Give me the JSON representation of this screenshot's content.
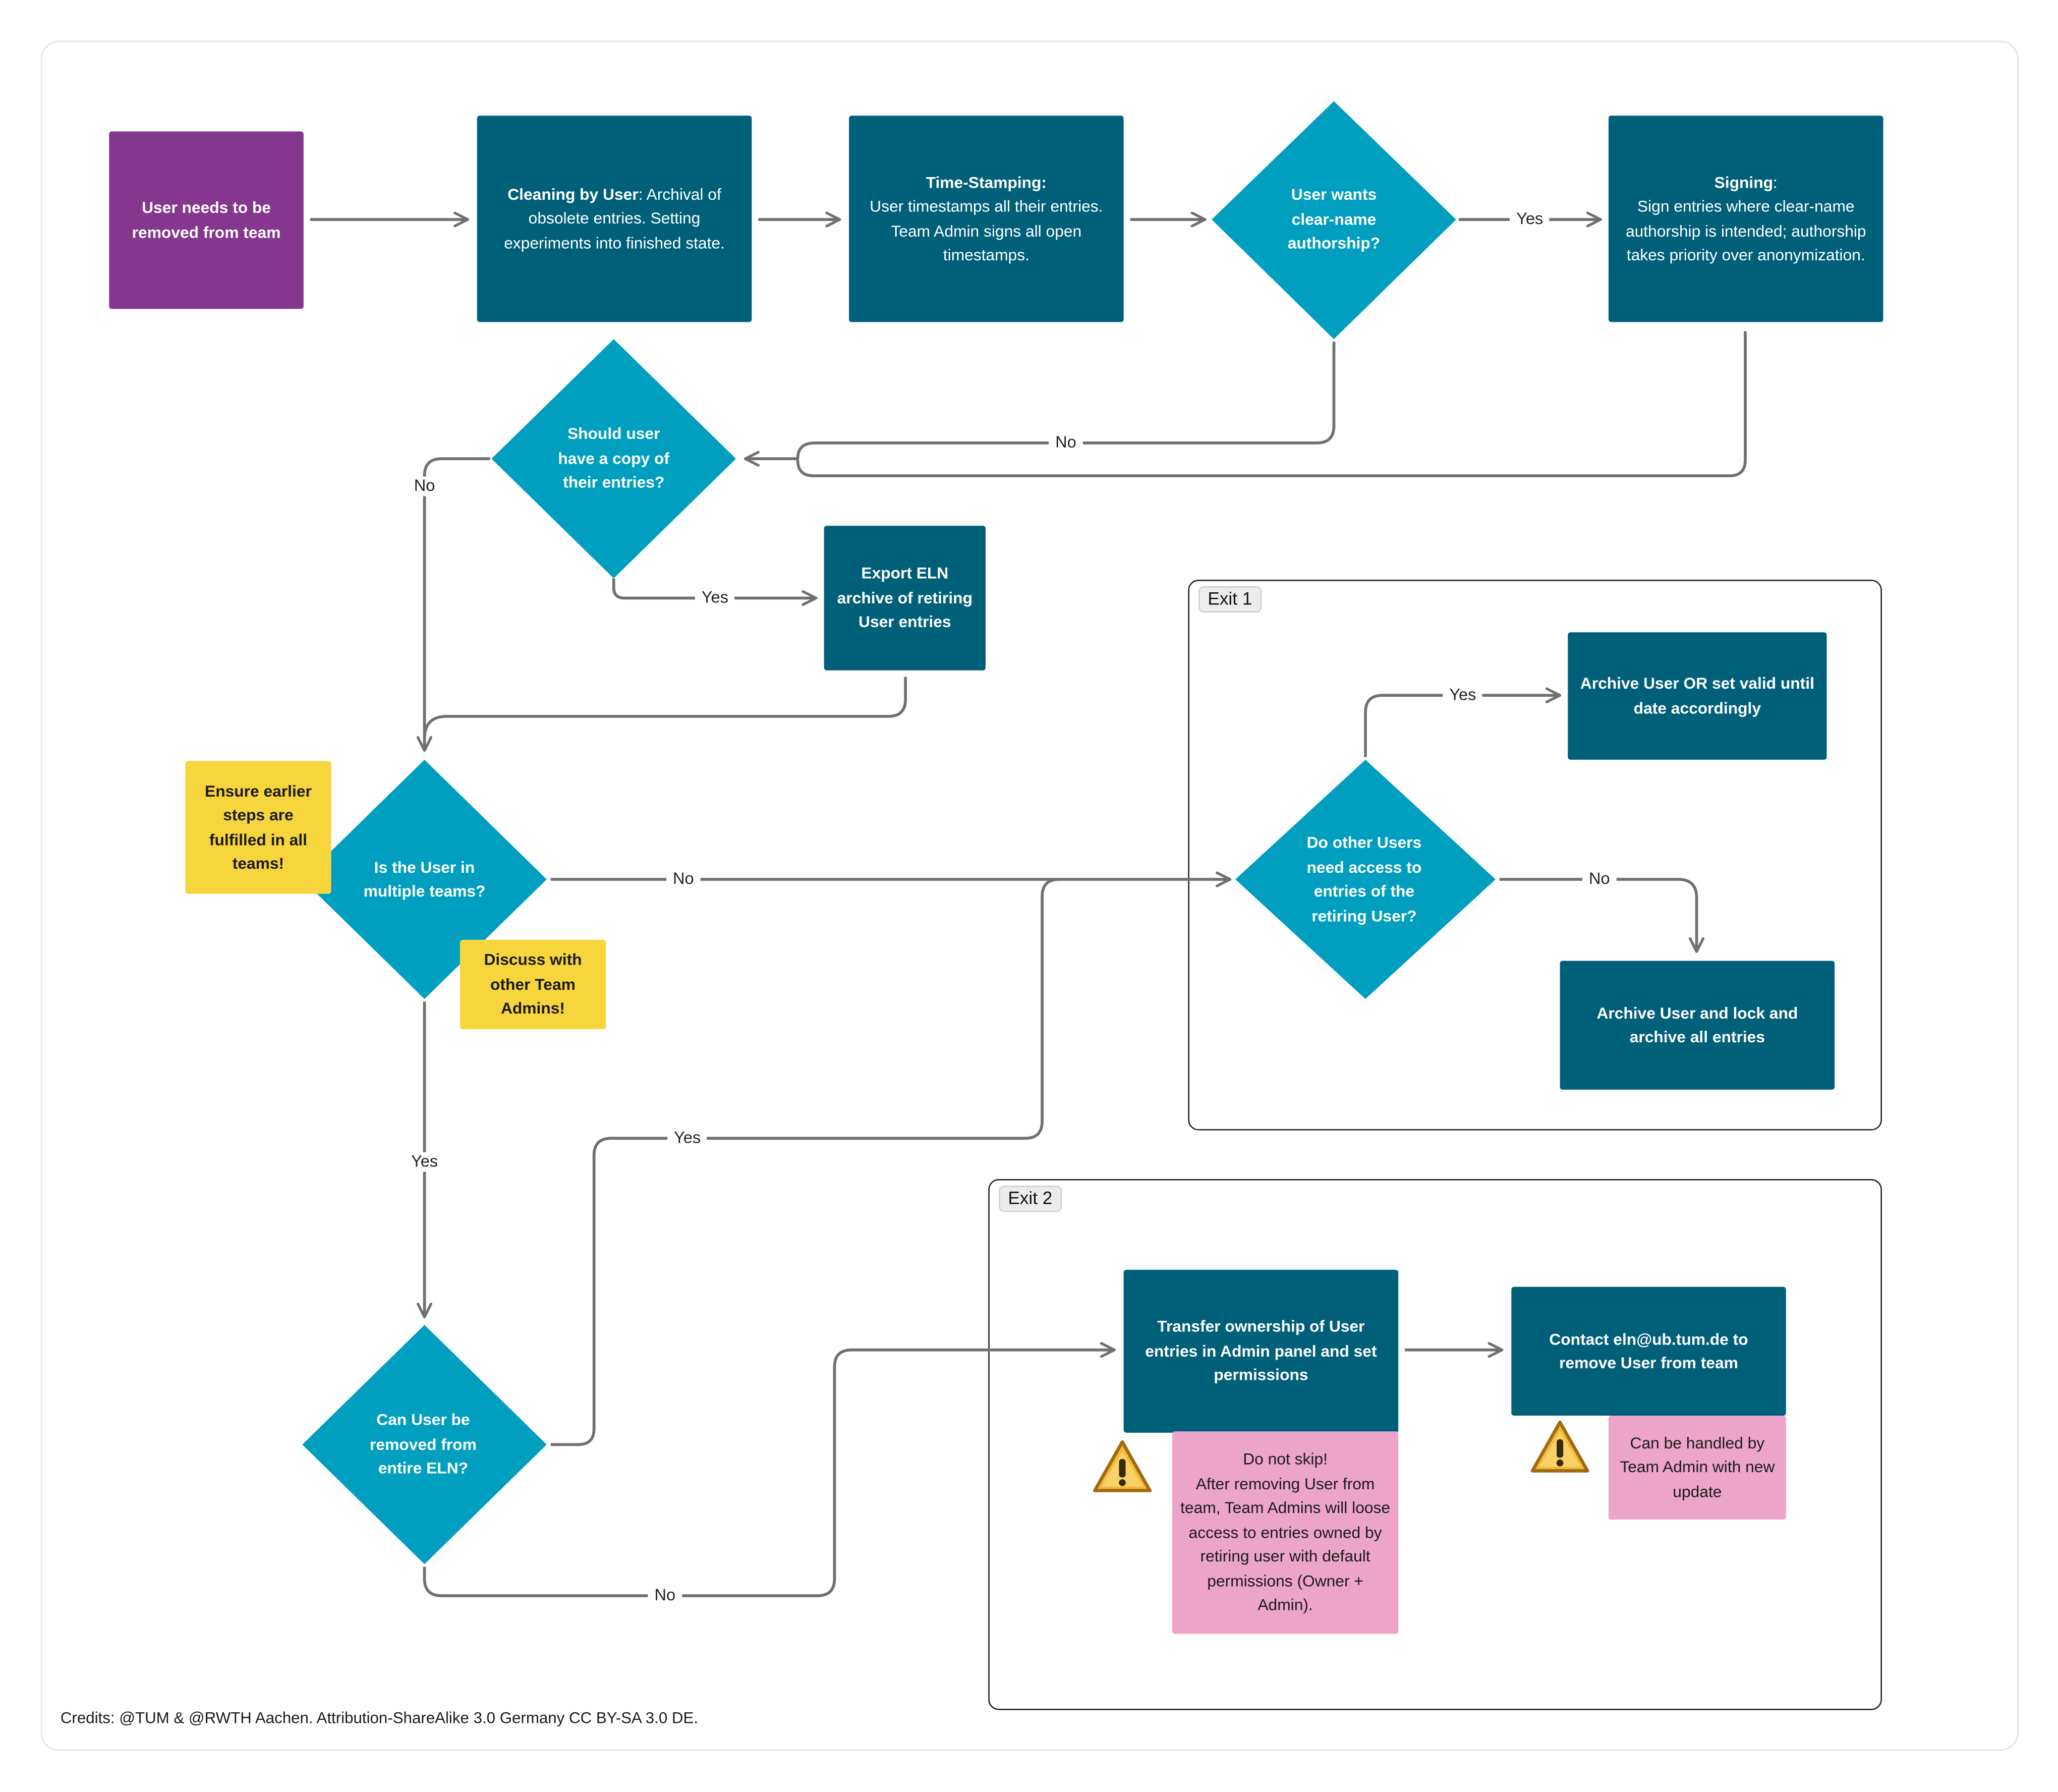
{
  "nodes": {
    "start": "User needs to be removed from team",
    "cleaning_bold": "Cleaning by User",
    "cleaning_rest": ": Archival of obsolete entries. Setting experiments into finished state.",
    "timestamp_bold": "Time-Stamping:",
    "timestamp_rest": "User timestamps all their entries.\nTeam Admin signs all open timestamps.",
    "clearname": "User wants clear-name authorship?",
    "signing_bold": "Signing",
    "signing_colon": ":",
    "signing_rest": "Sign entries where clear-name authorship is intended; authorship takes priority over anonymization.",
    "copy": "Should user have a copy of their entries?",
    "export": "Export ELN archive of retiring User entries",
    "multiple": "Is the User in multiple teams?",
    "other_users": "Do other Users need access to entries of the retiring User?",
    "archive_valid": "Archive User OR set valid until date accordingly",
    "archive_lock": "Archive User and lock and archive all entries",
    "removed_eln": "Can User be removed from entire ELN?",
    "transfer": "Transfer ownership of User entries in Admin panel and set permissions",
    "contact": "Contact eln@ub.tum.de to remove User from team"
  },
  "notes": {
    "ensure": "Ensure earlier steps are fulfilled in all teams!",
    "discuss": "Discuss with other Team Admins!",
    "do_not_skip": "Do not skip!\nAfter removing User from team, Team Admins will loose access to entries owned by retiring user with default permissions (Owner + Admin).",
    "handled": "Can be handled by Team Admin with new update"
  },
  "edge_labels": {
    "clearname_yes": "Yes",
    "clearname_no": "No",
    "copy_no": "No",
    "copy_yes": "Yes",
    "multiple_no": "No",
    "multiple_yes": "Yes",
    "other_yes": "Yes",
    "other_no": "No",
    "removed_yes": "Yes",
    "removed_no": "No"
  },
  "groups": {
    "exit1": "Exit 1",
    "exit2": "Exit 2"
  },
  "credits": "Credits: @TUM & @RWTH Aachen. Attribution-ShareAlike 3.0 Germany CC BY-SA 3.0 DE.",
  "icons": [
    "warning-icon",
    "warning-icon"
  ],
  "colors": {
    "process": "#00607a",
    "decision": "#009fbf",
    "start": "#85368f",
    "note_yellow": "#f6d53d",
    "note_pink": "#eca4c8",
    "connector": "#707070"
  }
}
